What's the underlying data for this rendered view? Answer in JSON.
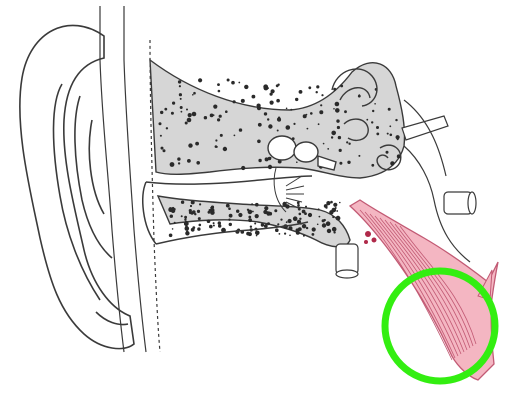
{
  "figure": {
    "subject": "ear-cross-section-illustration",
    "colors": {
      "background": "#ffffff",
      "outline": "#3a3a3a",
      "bone_fill": "#cfcfcf",
      "bone_pore": "#2a2a2a",
      "tube_fill": "#f4b6c2",
      "tube_stroke": "#c25a74",
      "tube_dark": "#b02a4a",
      "highlight_ring": "#33ee11"
    },
    "highlight": {
      "shape": "circle",
      "target": "pharyngeal-end-of-auditory-tube"
    }
  }
}
